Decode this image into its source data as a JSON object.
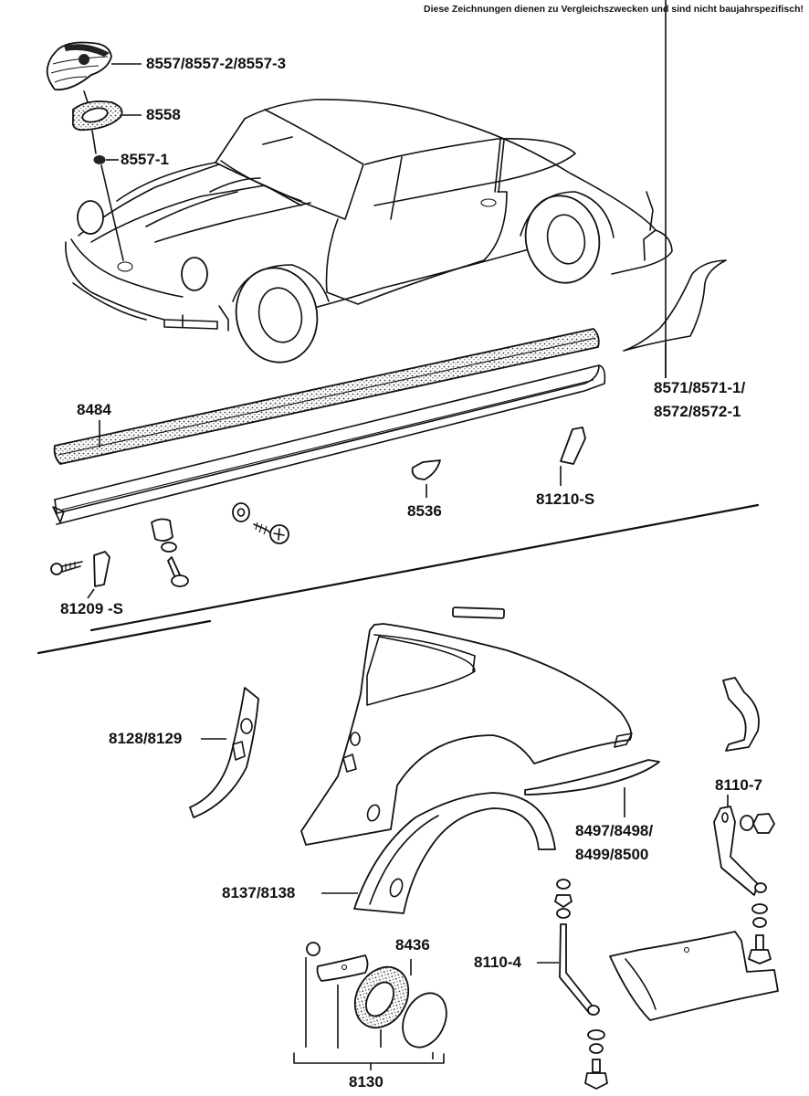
{
  "notice": "Diese Zeichnungen dienen zu Vergleichszwecken und sind nicht baujahrspezifisch!",
  "parts": {
    "crest": "8557/8557-2/8557-3",
    "crest_seal": "8558",
    "crest_grommet": "8557-1",
    "side_window_trim": "8571/8571-1/",
    "side_window_trim_2": "8572/8572-1",
    "rocker_seal": "8484",
    "clip_8536": "8536",
    "clip_81210": "81210-S",
    "clip_81209": "81209 -S",
    "inner_panel": "8128/8129",
    "rear_quarter_bottom": "8497/8498/",
    "rear_quarter_bottom_2": "8499/8500",
    "bracket_8110_7": "8110-7",
    "wheel_arch": "8137/8138",
    "seal_8436": "8436",
    "bracket_8110_4": "8110-4",
    "kit_8130": "8130"
  }
}
